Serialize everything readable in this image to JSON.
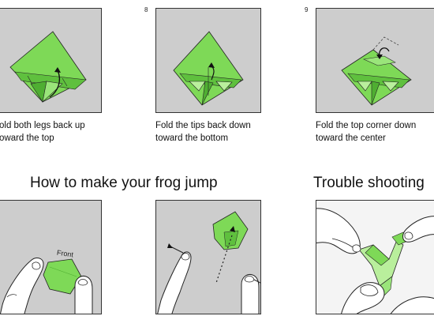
{
  "steps": [
    {
      "number": "",
      "caption_line1": "old both legs back up",
      "caption_line2": "oward the top"
    },
    {
      "number": "8",
      "caption_line1": "Fold the tips back down",
      "caption_line2": "toward the bottom"
    },
    {
      "number": "9",
      "caption_line1": "Fold the top corner down",
      "caption_line2": "toward the center"
    }
  ],
  "headings": {
    "jump": "How to make your frog jump",
    "trouble": "Trouble shooting"
  },
  "jump_panel": {
    "front_label": "Front"
  },
  "colors": {
    "panel_bg": "#cdcdcd",
    "paper_green": "#7ed957",
    "paper_dark": "#4fae32",
    "paper_light": "#b9ef9c",
    "outline": "#222222"
  }
}
